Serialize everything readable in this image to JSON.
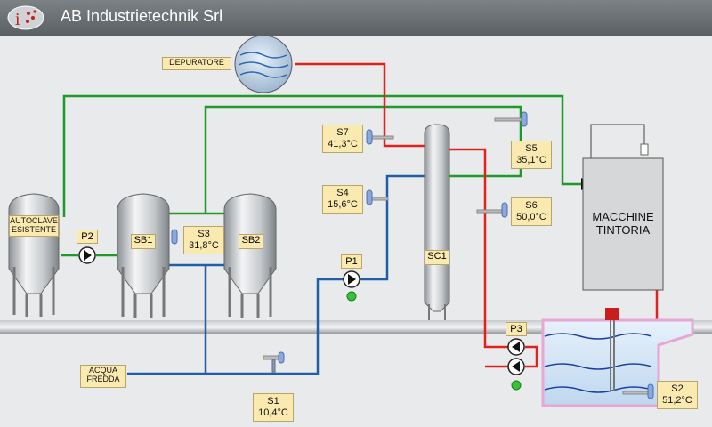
{
  "header": {
    "title": "AB Industrietechnik Srl"
  },
  "labels": {
    "depuratore": "DEPURATORE",
    "autoclave": "AUTOCLAVE\nESISTENTE",
    "acqua_fredda": "ACQUA\nFREDDA",
    "machine": "MACCHINE\nTINTORIA",
    "sb1": "SB1",
    "sb2": "SB2",
    "sc1": "SC1"
  },
  "pumps": {
    "p1": "P1",
    "p2": "P2",
    "p3": "P3"
  },
  "sensors": {
    "s1": {
      "name": "S1",
      "value": "10,4°C"
    },
    "s2": {
      "name": "S2",
      "value": "51,2°C"
    },
    "s3": {
      "name": "S3",
      "value": "31,8°C"
    },
    "s4": {
      "name": "S4",
      "value": "15,6°C"
    },
    "s5": {
      "name": "S5",
      "value": "35,1°C"
    },
    "s6": {
      "name": "S6",
      "value": "50,0°C"
    },
    "s7": {
      "name": "S7",
      "value": "41,3°C"
    }
  },
  "status": {
    "p1": "on",
    "p3": "on"
  },
  "colors": {
    "hot": "#e2201c",
    "cold": "#1e5fa8",
    "process": "#1f9a2a",
    "ok": "#34c434"
  }
}
